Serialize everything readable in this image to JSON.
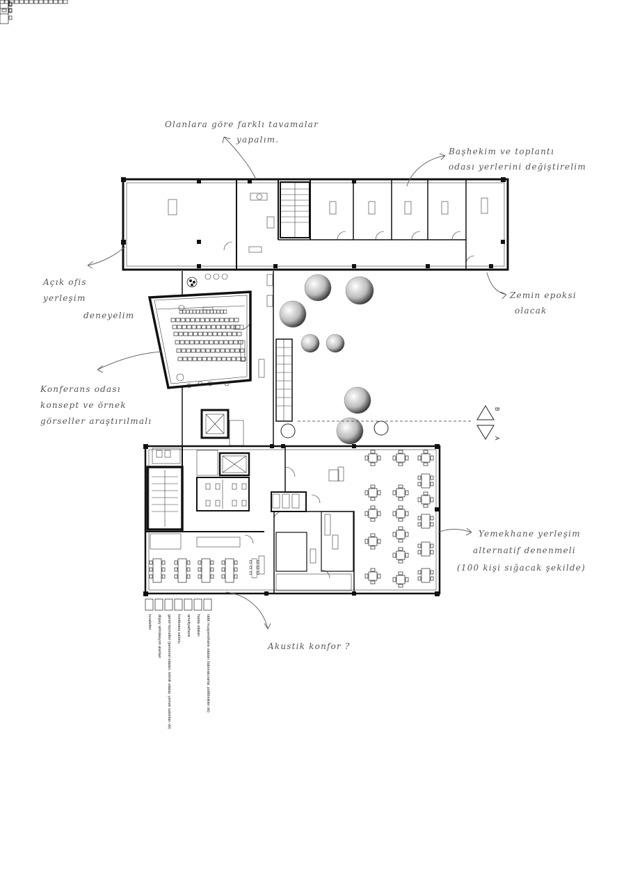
{
  "annotations": {
    "top_note_line1": "Olanlara göre farklı tavamalar",
    "top_note_line2": "yapalım.",
    "head_doctor_line1": "Başhekim ve toplantı",
    "head_doctor_line2": "odası yerlerini değiştirelim",
    "floor_line1": "Zemin epoksi",
    "floor_line2": "olacak",
    "open_office_line1": "Açık ofis",
    "open_office_line2": "yerleşim",
    "open_office_line3": "deneyelim",
    "conference_line1": "Konferans odası",
    "conference_line2": "konsept ve örnek",
    "conference_line3": "görseller araştırılmalı",
    "dining_line1": "Yemekhane yerleşim",
    "dining_line2": "alternatif denenmeli",
    "dining_line3": "(100 kişi sığacak şekilde)",
    "acoustic": "Akustik konfor ?"
  },
  "section_marks": {
    "upper": "B",
    "lower": "A"
  },
  "legend": {
    "items": [
      "tıbbi muayenehane odaları (laboratuvarlar, poliklinikler vb)",
      "hasta odaları",
      "ameliyathane",
      "konferans salonu",
      "genel hizmetler (personel odaları, teknik odalar, yemek salonları vb)",
      "düşey sirkülasyon alanları",
      "tuvaletler"
    ]
  },
  "colors": {
    "ink": "#111111",
    "pencil": "#555555",
    "paper": "#ffffff"
  }
}
